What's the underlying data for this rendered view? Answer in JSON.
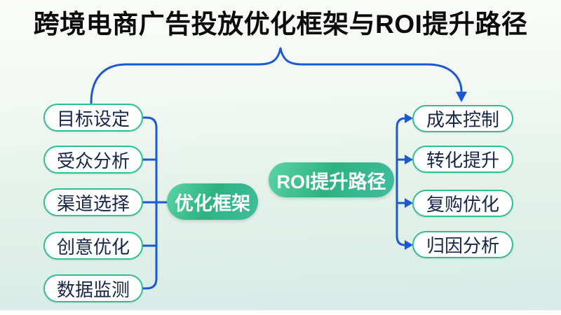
{
  "title": "跨境电商广告投放优化框架与ROI提升路径",
  "left_group": {
    "label": "优化框架",
    "items": [
      "目标设定",
      "受众分析",
      "渠道选择",
      "创意优化",
      "数据监测"
    ]
  },
  "right_group": {
    "label": "ROI提升路径",
    "items": [
      "成本控制",
      "转化提升",
      "复购优化",
      "归因分析"
    ]
  },
  "colors": {
    "accent_blue": "#1d58d4",
    "pill_border_green": "#2ec08f",
    "pill_green_1": "#5cd4a6",
    "pill_green_2": "#2eb281",
    "pill_green_3": "#41bd9e",
    "text_dark": "#18264a",
    "title_color": "#0b0b0b",
    "bg_top": "#fbfcf9",
    "bg_bottom": "#d6ece7"
  }
}
